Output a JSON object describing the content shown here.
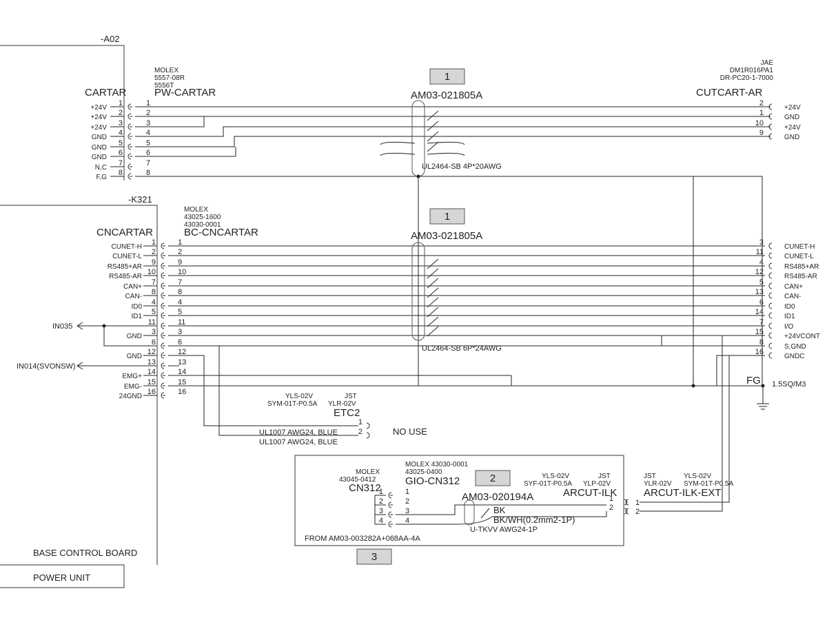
{
  "blocks": {
    "a02": "-A02",
    "k321": "-K321",
    "base_control_board": "BASE CONTROL BOARD",
    "power_unit": "POWER UNIT"
  },
  "pw_cartar": {
    "connector": "CARTAR",
    "cable": "PW-CARTAR",
    "mfr": [
      "MOLEX",
      "5557-08R",
      "5556T"
    ],
    "pins_left": [
      "1",
      "2",
      "3",
      "4",
      "5",
      "6",
      "7",
      "8"
    ],
    "signals": [
      "+24V",
      "+24V",
      "+24V",
      "GND",
      "GND",
      "GND",
      "N,C",
      "F,G"
    ],
    "pins_mid": [
      "1",
      "2",
      "3",
      "4",
      "5",
      "6",
      "7",
      "8"
    ],
    "tag": "1",
    "cable_id": "AM03-021805A",
    "cable_spec": "UL2464-SB 4P*20AWG",
    "right_connector": "CUTCART-AR",
    "right_mfr": [
      "JAE",
      "DM1R016PA1",
      "DR-PC20-1-7000"
    ],
    "right_pins": [
      "2",
      "1",
      "10",
      "9"
    ],
    "right_signals": [
      "+24V",
      "GND",
      "+24V",
      "GND"
    ]
  },
  "bc_cncartar": {
    "connector": "CNCARTAR",
    "cable": "BC-CNCARTAR",
    "mfr": [
      "MOLEX",
      "43025-1600",
      "43030-0001"
    ],
    "signals": [
      "CUNET-H",
      "CUNET-L",
      "RS485+AR",
      "RS485-AR",
      "CAN+",
      "CAN-",
      "ID0",
      "ID1",
      "",
      "GND",
      "",
      "GND",
      "",
      "EMG+",
      "EMG-",
      "24GND"
    ],
    "pins_left": [
      "1",
      "2",
      "9",
      "10",
      "7",
      "8",
      "4",
      "5",
      "11",
      "3",
      "6",
      "12",
      "13",
      "14",
      "15",
      "16"
    ],
    "pins_mid": [
      "1",
      "2",
      "9",
      "10",
      "7",
      "8",
      "4",
      "5",
      "11",
      "3",
      "6",
      "12",
      "13",
      "14",
      "15",
      "16"
    ],
    "tag": "1",
    "cable_id": "AM03-021805A",
    "cable_spec": "UL2464-SB 6P*24AWG",
    "right_pins": [
      "3",
      "11",
      "4",
      "12",
      "5",
      "13",
      "6",
      "14",
      "7",
      "15",
      "8",
      "16"
    ],
    "right_signals": [
      "CUNET-H",
      "CUNET-L",
      "RS485+AR",
      "RS485-AR",
      "CAN+",
      "CAN-",
      "ID0",
      "ID1",
      "I/O",
      "+24VCONT",
      "S,GND",
      "GNDC"
    ],
    "in035": "IN035",
    "in014": "IN014(SVONSW)"
  },
  "fg": {
    "label": "FG",
    "spec": "1.5SQ/M3"
  },
  "etc2": {
    "name": "ETC2",
    "mfr_left": [
      "YLS-02V",
      "SYM-01T-P0.5A"
    ],
    "mfr_right": [
      "JST",
      "YLR-02V"
    ],
    "pins": [
      "1",
      "2"
    ],
    "wire1": "UL1007 AWG24, BLUE",
    "wire2": "UL1007 AWG24, BLUE",
    "note": "NO USE"
  },
  "arcut": {
    "cn312": "CN312",
    "cn312_mfr": [
      "MOLEX",
      "43045-0412"
    ],
    "gio": "GIO-CN312",
    "gio_mfr": [
      "MOLEX 43030-0001",
      "43025-0400"
    ],
    "pins_left": [
      "1",
      "2",
      "3",
      "4"
    ],
    "pins_mid": [
      "1",
      "2",
      "3",
      "4"
    ],
    "tag": "2",
    "cable_id": "AM03-020194A",
    "bk": "BK",
    "bkwh": "BK/WH(0.2mm2-1P)",
    "cable_spec": "U-TKVV AWG24-1P",
    "ilk": "ARCUT-ILK",
    "ilk_mfr_left": [
      "YLS-02V",
      "SYF-01T-P0.5A"
    ],
    "ilk_mfr_right": [
      "JST",
      "YLP-02V"
    ],
    "ilk_pins": [
      "1",
      "2"
    ],
    "ext": "ARCUT-ILK-EXT",
    "ext_mfr_left": [
      "JST",
      "YLR-02V"
    ],
    "ext_mfr_right": [
      "YLS-02V",
      "SYM-01T-P0.5A"
    ],
    "ext_pins": [
      "1",
      "2"
    ],
    "from": "FROM AM03-003282A+068AA-4A",
    "tag3": "3"
  }
}
